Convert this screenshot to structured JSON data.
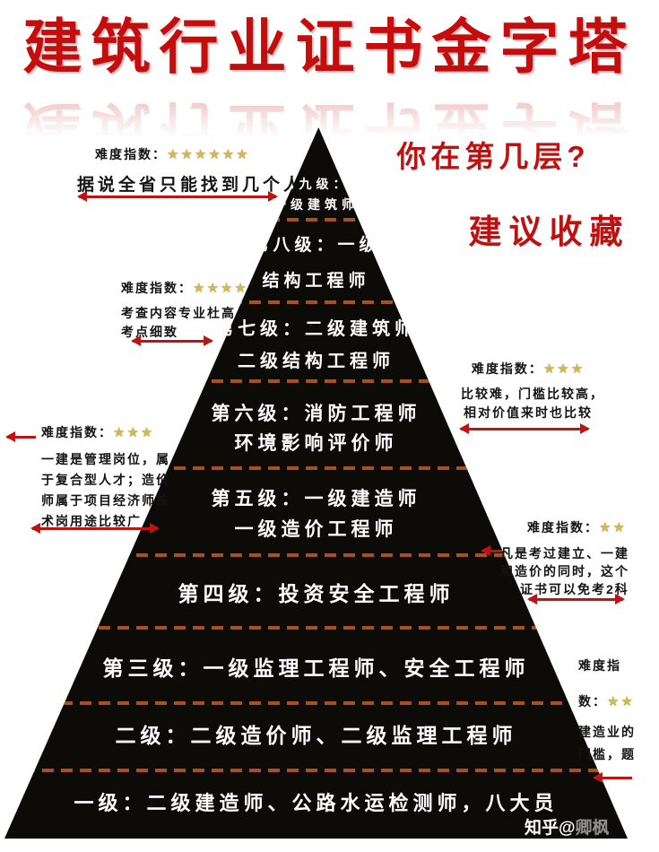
{
  "title": {
    "text": "建筑行业证书金字塔"
  },
  "header": {
    "question": "你在第几层?",
    "cta": "建议收藏"
  },
  "pyramid": {
    "levels": [
      {
        "line1": "第九级：",
        "line2": "一级建筑师"
      },
      {
        "line1": "第八级：一级",
        "line2": "结构工程师"
      },
      {
        "line1": "第七级：二级建筑师",
        "line2": "二级结构工程师"
      },
      {
        "line1": "第六级：消防工程师",
        "line2": "环境影响评价师"
      },
      {
        "line1": "第五级：一级建造师",
        "line2": "一级造价工程师"
      },
      {
        "line1": "第四级：投资安全工程师"
      },
      {
        "line1": "第三级：一级监理工程师、安全工程师"
      },
      {
        "line1": "二级：二级造价师、二级监理工程师"
      },
      {
        "line1": "一级：二级建造师、公路水运检测师，八大员"
      }
    ]
  },
  "annotations": {
    "left_top": {
      "label": "难度指数：",
      "stars": "★★★★★★",
      "text": "据说全省只能找到几个人"
    },
    "left_mid": {
      "label": "难度指数：",
      "stars": "★★★★",
      "lines": [
        "考查内容专业杜高，",
        "考点细致"
      ]
    },
    "left_low": {
      "label": "难度指数：",
      "stars": "★★★",
      "lines": [
        "一建是管理岗位，属",
        "于复合型人才；造价",
        "师属于项目经济师技",
        "术岗用途比较广"
      ]
    },
    "right_top": {
      "label": "难度指数：",
      "stars": "★★★",
      "lines": [
        "比较难，门槛比较高，",
        "相对价值来时也比较"
      ]
    },
    "right_mid": {
      "label": "难度指数：",
      "stars": "★★",
      "lines": [
        "凡是考过建立、一建",
        "和造价的同时，这个",
        "证书可以免考2科"
      ]
    },
    "right_low": {
      "label_line1": "难度指",
      "label_line2": "数：",
      "stars": "★★",
      "lines": [
        "建造业的",
        "门槛，题"
      ]
    }
  },
  "watermark": {
    "prefix": "知乎@",
    "handle": "卿枫"
  },
  "colors": {
    "accent_red": "#c01010",
    "star_gold": "#d7b74f",
    "dash_orange": "#a8501e",
    "pyramid_black": "#0d0b08"
  }
}
